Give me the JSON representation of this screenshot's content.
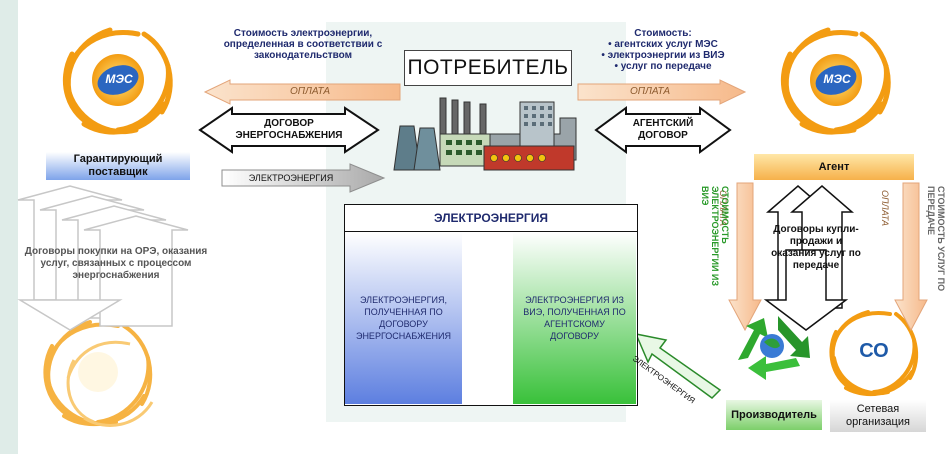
{
  "consumer_title": "ПОТРЕБИТЕЛЬ",
  "left_cost_text": "Стоимость электроэнергии, определенная в соответствии с законодательством",
  "right_cost_lines": [
    "Стоимость:",
    "• агентских услуг МЭС",
    "• электроэнергии из ВИЭ",
    "• услуг по передаче"
  ],
  "payment_label": "ОПЛАТА",
  "supply_contract": "ДОГОВОР ЭНЕРГОСНАБЖЕНИЯ",
  "agent_contract": "АГЕНТСКИЙ ДОГОВОР",
  "electricity_arrow_label": "ЭЛЕКТРОЭНЕРГИЯ",
  "guaranteeing_supplier": "Гарантирующий поставщик",
  "supplier_contracts_text": "Договоры покупки на ОРЭ, оказания услуг, связанных с процессом энергоснабжения",
  "agent_label": "Агент",
  "agent_contracts_text": "Договоры купли-продажи и оказания услуг по передаче",
  "left_vertical_payment": "ОПЛАТА",
  "left_vertical_cost": "СТОИМОСТЬ ЭЛЕКТРОЭНЕРГИИ ИЗ ВИЭ",
  "right_vertical_payment": "ОПЛАТА",
  "right_vertical_cost": "СТОИМОСТЬ УСЛУГ ПО ПЕРЕДАЧЕ",
  "electricity_box_title": "ЭЛЕКТРОЭНЕРГИЯ",
  "electricity_left_text": "ЭЛЕКТРОЭНЕРГИЯ, ПОЛУЧЕННАЯ ПО ДОГОВОРУ ЭНЕРГОСНАБЖЕНИЯ",
  "electricity_right_text": "ЭЛЕКТРОЭНЕРГИЯ ИЗ ВИЭ, ПОЛУЧЕННАЯ ПО АГЕНТСКОМУ ДОГОВОРУ",
  "producer_label": "Производитель",
  "network_org_label": "Сетевая организация",
  "logo_text_mes": "МЭС",
  "logo_text_co": "СО",
  "colors": {
    "bg_panel": "#eef5f3",
    "orange": "#f08a2a",
    "blue_grad": "#5d7fe0",
    "green_grad": "#39c13a",
    "text_blue": "#1f2a6e"
  }
}
